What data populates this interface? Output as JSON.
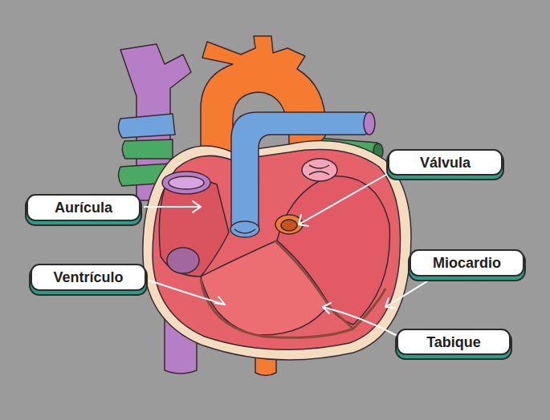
{
  "diagram": {
    "nodes": [
      {
        "text": [
          "Válvula"
        ]
      },
      {
        "text": [
          "Aurícula"
        ]
      },
      {
        "text": [
          "Miocardio"
        ]
      },
      {
        "text": [
          "Ventrículo"
        ]
      },
      {
        "text": [
          "Tabique"
        ]
      }
    ]
  }
}
